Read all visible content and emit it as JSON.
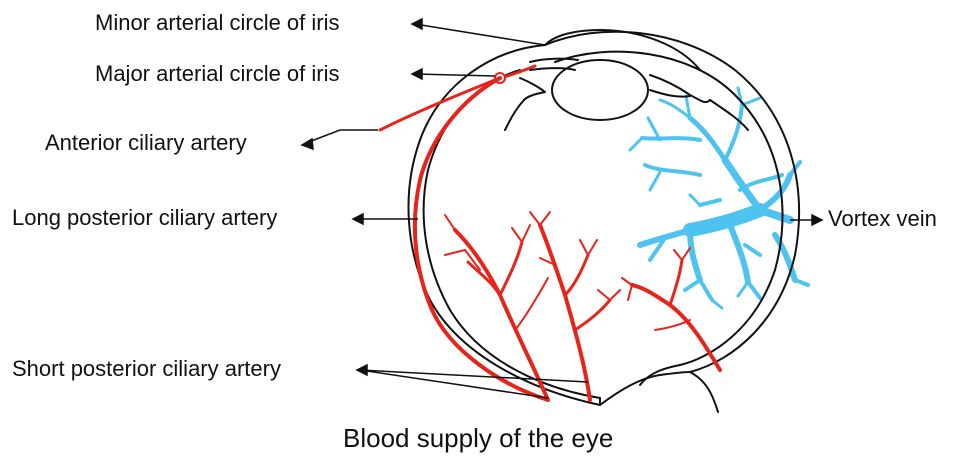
{
  "labels": {
    "minor_arterial_circle": "Minor arterial circle of iris",
    "major_arterial_circle": "Major arterial circle of iris",
    "anterior_ciliary_artery": "Anterior ciliary artery",
    "long_posterior_ciliary_artery": "Long posterior ciliary artery",
    "short_posterior_ciliary_artery": "Short posterior ciliary artery",
    "vortex_vein": "Vortex vein"
  },
  "caption": "Blood supply of the eye",
  "colors": {
    "artery": "#e8231b",
    "vein": "#4ec3ef",
    "outline": "#111111"
  }
}
